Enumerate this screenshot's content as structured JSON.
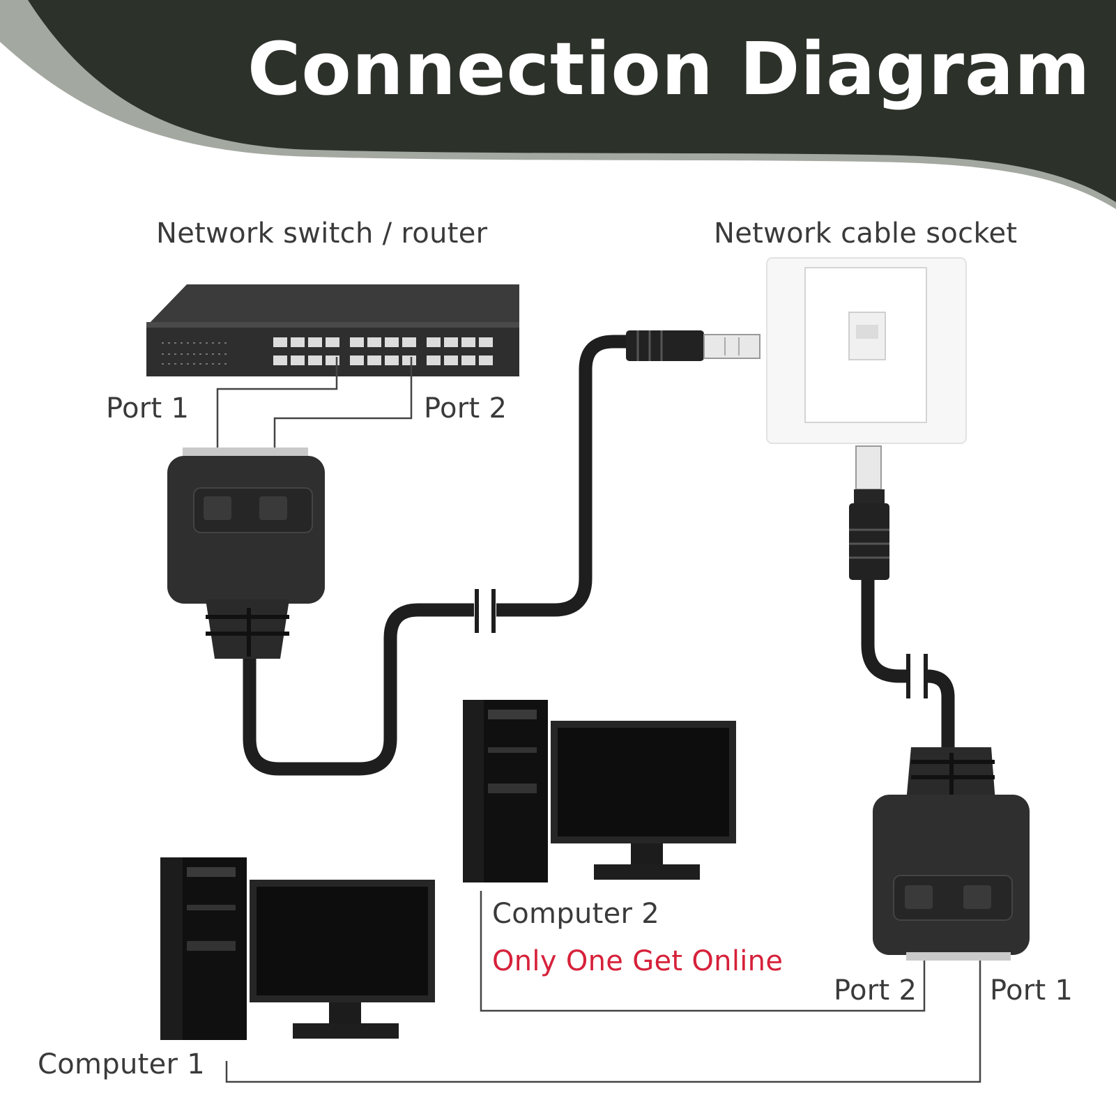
{
  "title": "Connection Diagram",
  "labels": {
    "switch_router": "Network switch / router",
    "cable_socket": "Network cable socket",
    "port1_top": "Port 1",
    "port2_top": "Port 2",
    "computer2": "Computer 2",
    "only_one_online": "Only One Get Online",
    "port2_bottom": "Port 2",
    "port1_bottom": "Port 1",
    "computer1": "Computer 1"
  },
  "colors": {
    "header_dark": "#2c312a",
    "header_accent": "#a3a8a0",
    "device_black": "#2a2a2a",
    "warning_red": "#d6213a",
    "text_gray": "#3a3a3a"
  },
  "icons": [
    "network-switch-icon",
    "wall-socket-icon",
    "rj45-splitter-icon",
    "rj45-plug-icon",
    "desktop-computer-icon"
  ]
}
